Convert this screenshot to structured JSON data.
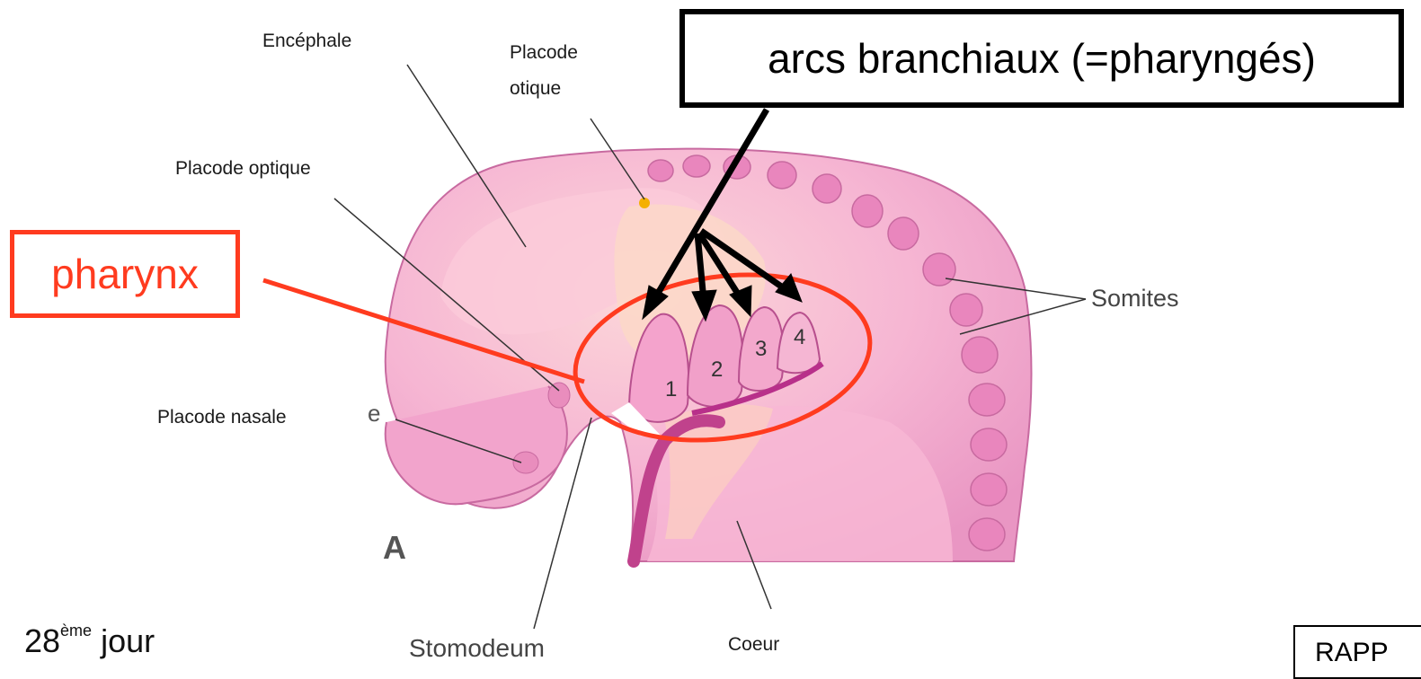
{
  "labels": {
    "encephale": "Encéphale",
    "placode_otique_line1": "Placode",
    "placode_otique_line2": "otique",
    "placode_optique": "Placode optique",
    "placode_nasale": "Placode nasale",
    "e_label": "e",
    "somites": "Somites",
    "stomodeum": "Stomodeum",
    "coeur": "Coeur",
    "figure_letter": "A"
  },
  "arcs_numbers": [
    "1",
    "2",
    "3",
    "4"
  ],
  "callouts": {
    "arcs": "arcs branchiaux (=pharyngés)",
    "pharynx": "pharynx"
  },
  "day": {
    "number": "28",
    "suffix": "ème",
    "word": "jour"
  },
  "corner_box_text": "RAPP",
  "colors": {
    "pharynx_red": "#ff3b1f",
    "embryo_pink": "#f1a7cf",
    "embryo_dark": "#d0579e",
    "embryo_light": "#fbd3e2",
    "peach": "#fcd8c8"
  }
}
